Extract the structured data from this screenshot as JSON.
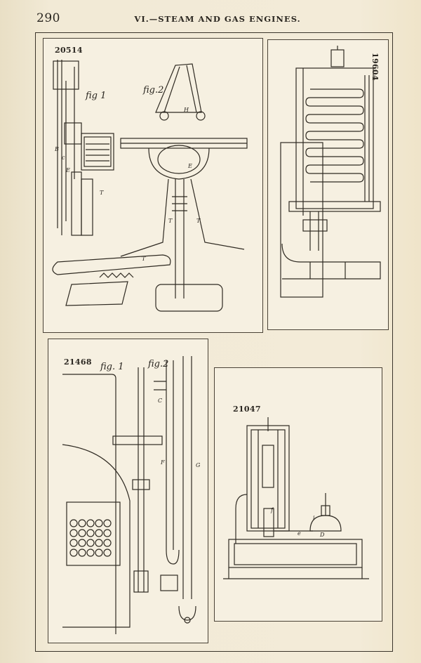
{
  "header": {
    "page_number": "290",
    "running_title": "VI.—STEAM AND GAS ENGINES."
  },
  "plates": [
    {
      "number": "20514",
      "figures": [
        "fig 1",
        "fig.2"
      ]
    },
    {
      "number": "19604",
      "figures": []
    },
    {
      "number": "21468",
      "figures": [
        "fig. 1",
        "fig.2"
      ]
    },
    {
      "number": "21047",
      "figures": []
    }
  ]
}
